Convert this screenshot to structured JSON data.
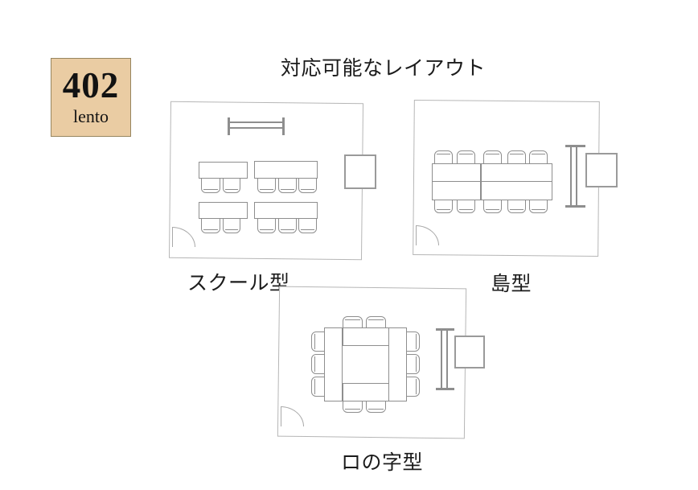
{
  "page": {
    "title": "対応可能なレイアウト"
  },
  "badge": {
    "room_number": "402",
    "room_name": "lento",
    "bg_color": "#eacca3"
  },
  "layouts": {
    "school": {
      "label": "スクール型",
      "tables": 4,
      "seats": 10,
      "equipment": [
        "whiteboard",
        "screen",
        "entrance-door"
      ]
    },
    "island": {
      "label": "島型",
      "tables": 4,
      "seats": 10,
      "equipment": [
        "whiteboard",
        "screen",
        "entrance-door"
      ]
    },
    "open_square": {
      "label": "ロの字型",
      "tables": 4,
      "seats": 10,
      "equipment": [
        "whiteboard",
        "screen",
        "entrance-door"
      ]
    }
  },
  "colors": {
    "badge_bg": "#eacca3",
    "room_outline": "#b6b6b6",
    "furniture_line": "#8e8e8e",
    "text": "#1b1b1b"
  }
}
